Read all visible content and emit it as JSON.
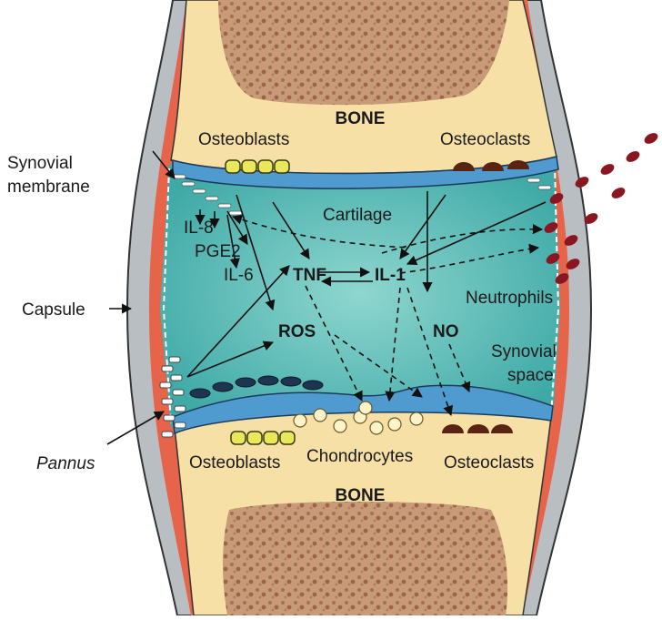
{
  "labels": {
    "bone_top": "BONE",
    "bone_bottom": "BONE",
    "osteoblasts_top": "Osteoblasts",
    "osteoclasts_top": "Osteoclasts",
    "osteoblasts_bottom": "Osteoblasts",
    "osteoclasts_bottom": "Osteoclasts",
    "chondrocytes": "Chondrocytes",
    "synovial_membrane_1": "Synovial",
    "synovial_membrane_2": "membrane",
    "capsule": "Capsule",
    "pannus": "Pannus",
    "cartilage": "Cartilage",
    "il8": "IL-8",
    "pge2": "PGE2",
    "il6": "IL-6",
    "tnf": "TNF",
    "il1": "IL-1",
    "ros": "ROS",
    "no": "NO",
    "neutrophils": "Neutrophils",
    "synovial_space_1": "Synovial",
    "synovial_space_2": "space"
  },
  "colors": {
    "bone_marrow": "#b98a6c",
    "bone_shell": "#f6e3ae",
    "cartilage": "#5aa7d2",
    "synovial_fluid": "#6cc4c0",
    "synovial_membrane": "#e8694f",
    "capsule": "#c8ccd0",
    "neutrophil": "#8a1622",
    "osteoblast": "#e8e85a",
    "osteoclast": "#5a2314"
  }
}
